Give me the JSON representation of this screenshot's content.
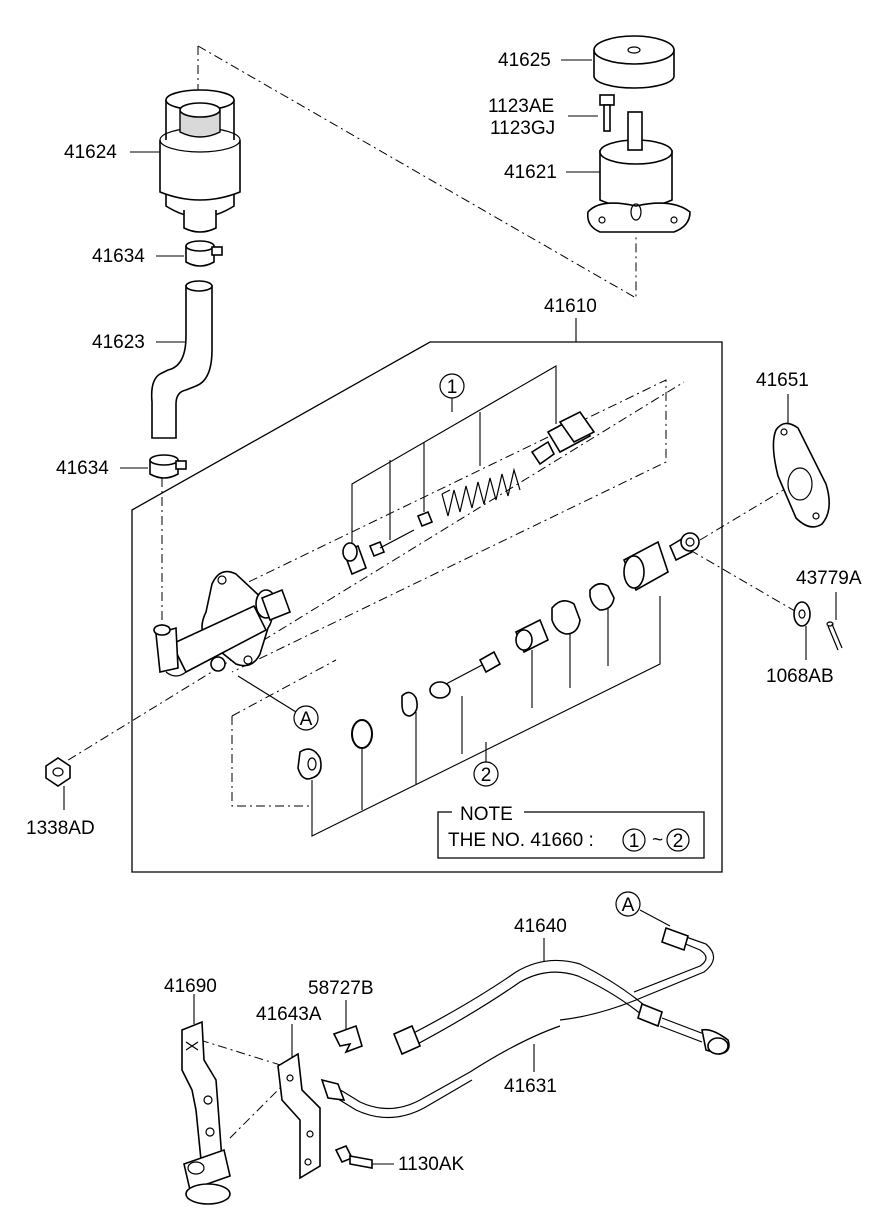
{
  "parts": {
    "p41625": "41625",
    "p1123AE": "1123AE",
    "p1123GJ": "1123GJ",
    "p41621": "41621",
    "p41624": "41624",
    "p41634_top": "41634",
    "p41623": "41623",
    "p41634_bottom": "41634",
    "p41610": "41610",
    "p41651": "41651",
    "p43779A": "43779A",
    "p1068AB": "1068AB",
    "p1338AD": "1338AD",
    "p41640": "41640",
    "p41631": "41631",
    "p41690": "41690",
    "p41643A": "41643A",
    "p58727B": "58727B",
    "p1130AK": "1130AK"
  },
  "callouts": {
    "one": "1",
    "two": "2",
    "a_main": "A",
    "a_hose": "A"
  },
  "note": {
    "title": "NOTE",
    "text": "THE NO. 41660 :",
    "range_from": "1",
    "range_sep": "~",
    "range_to": "2"
  }
}
